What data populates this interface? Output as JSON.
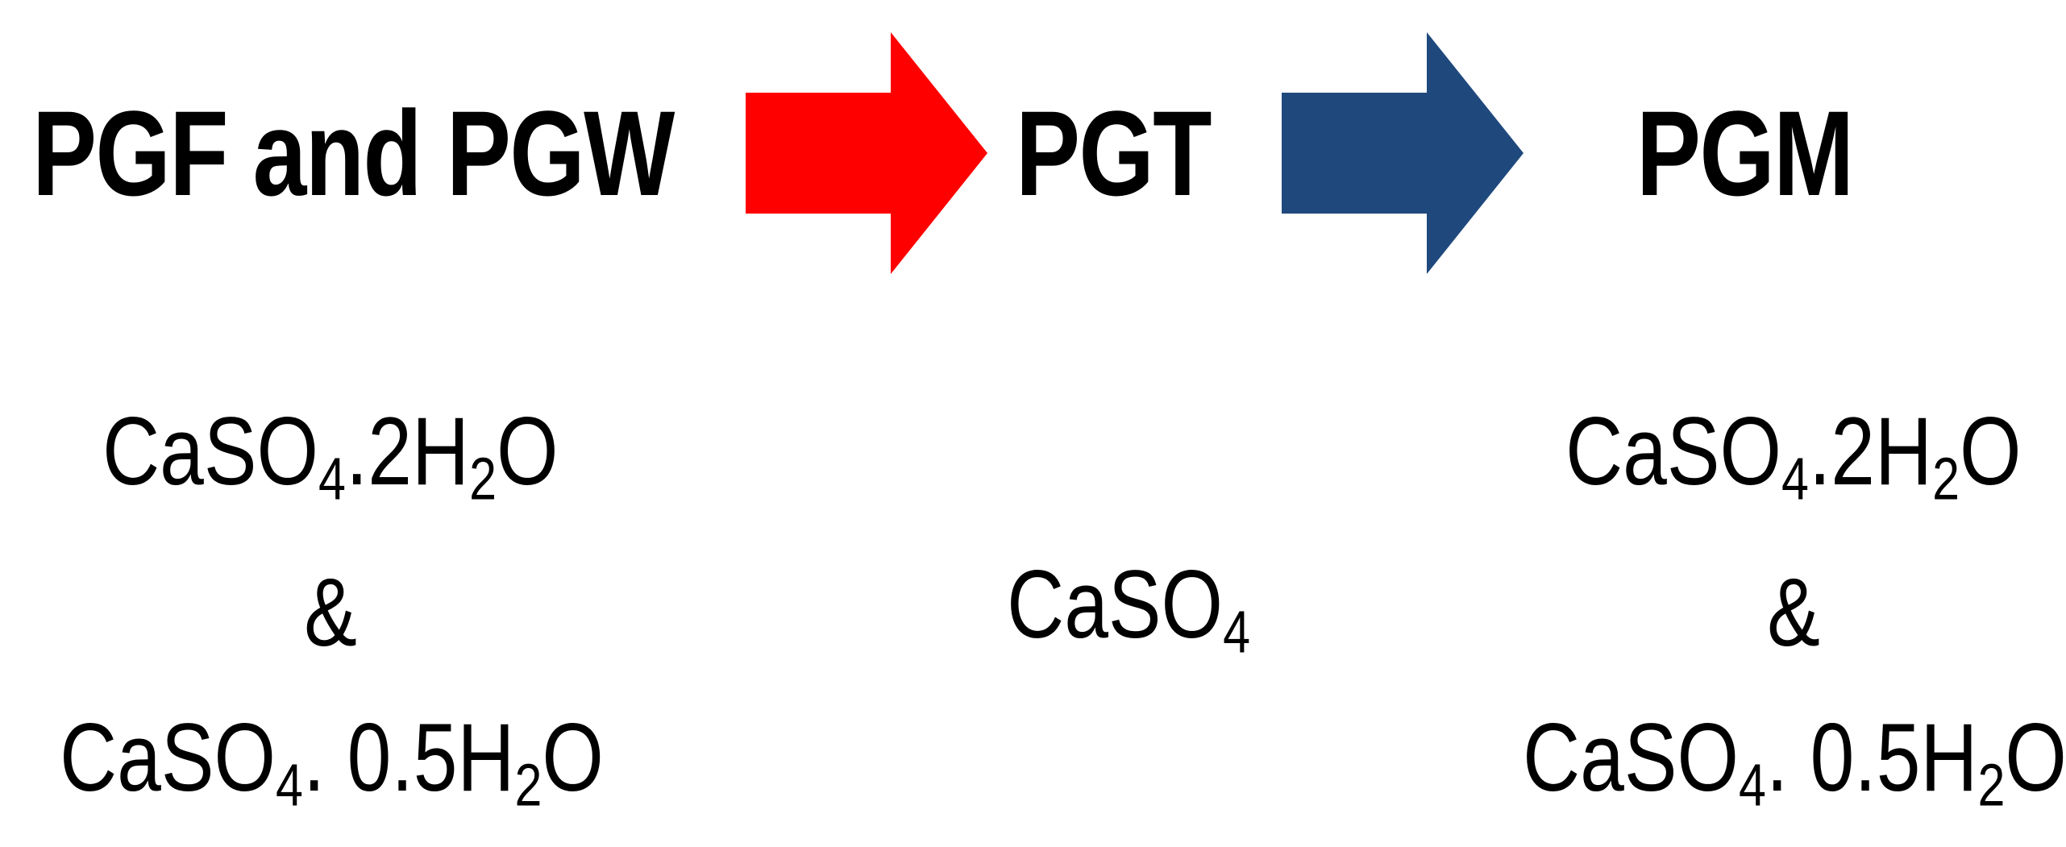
{
  "stages": {
    "left": "PGF and PGW",
    "middle": "PGT",
    "right": "PGM"
  },
  "arrows": {
    "first_color": "#ff0000",
    "second_color": "#1f497d"
  },
  "left_formulas": {
    "line1_base": "CaSO",
    "line1_sub1": "4",
    "line1_mid": ".2H",
    "line1_sub2": "2",
    "line1_end": "O",
    "connector": "&",
    "line3_base": "CaSO",
    "line3_sub1": "4",
    "line3_mid": ". 0.5H",
    "line3_sub2": "2",
    "line3_end": "O"
  },
  "middle_formula": {
    "base": "CaSO",
    "sub": "4"
  },
  "right_formulas": {
    "line1_base": "CaSO",
    "line1_sub1": "4",
    "line1_mid": ".2H",
    "line1_sub2": "2",
    "line1_end": "O",
    "connector": "&",
    "line3_base": "CaSO",
    "line3_sub1": "4",
    "line3_mid": ". 0.5H",
    "line3_sub2": "2",
    "line3_end": "O"
  }
}
